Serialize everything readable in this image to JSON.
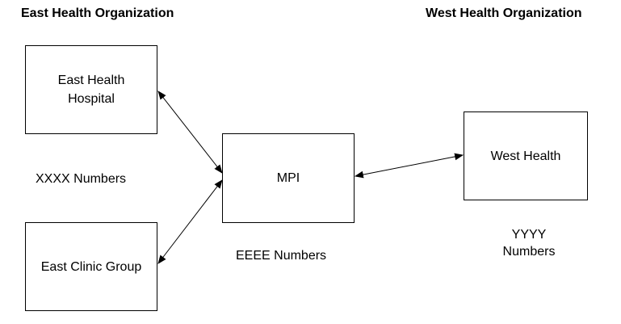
{
  "headings": {
    "east": "East Health Organization",
    "west": "West Health Organization"
  },
  "boxes": {
    "east_hospital": "East Health\nHospital",
    "east_clinic": "East Clinic Group",
    "mpi": "MPI",
    "west_health": "West Health"
  },
  "labels": {
    "east_numbers": "XXXX Numbers",
    "mpi_numbers": "EEEE Numbers",
    "west_numbers": "YYYY\nNumbers"
  },
  "connections": [
    {
      "from": "East Health Hospital",
      "to": "MPI",
      "direction": "bidirectional"
    },
    {
      "from": "East Clinic Group",
      "to": "MPI",
      "direction": "bidirectional"
    },
    {
      "from": "MPI",
      "to": "West Health",
      "direction": "bidirectional"
    }
  ]
}
